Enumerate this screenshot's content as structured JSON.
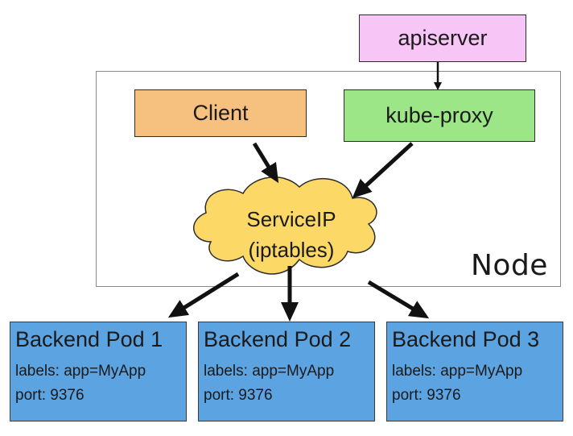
{
  "colors": {
    "apiserver_fill": "#f8c6f6",
    "client_fill": "#f6c07f",
    "kubeproxy_fill": "#9ce688",
    "cloud_fill": "#fcd966",
    "pod_fill": "#5ca3e2",
    "arrow": "#111111",
    "node_border": "#8a8a8a"
  },
  "apiserver": {
    "label": "apiserver"
  },
  "client": {
    "label": "Client"
  },
  "kube_proxy": {
    "label": "kube-proxy"
  },
  "service": {
    "line1": "ServiceIP",
    "line2": "(iptables)"
  },
  "node": {
    "label": "Node"
  },
  "pods": [
    {
      "title": "Backend Pod 1",
      "labels": "labels: app=MyApp",
      "port": "port: 9376"
    },
    {
      "title": "Backend Pod 2",
      "labels": "labels: app=MyApp",
      "port": "port: 9376"
    },
    {
      "title": "Backend Pod 3",
      "labels": "labels: app=MyApp",
      "port": "port: 9376"
    }
  ]
}
